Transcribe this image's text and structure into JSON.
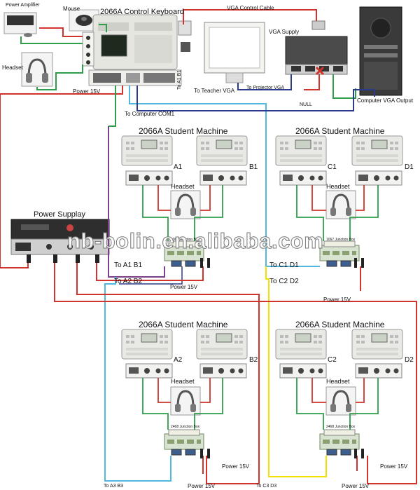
{
  "top": {
    "power_amplifier": "Power Amplifier",
    "mouse": "Mouse",
    "keyboard_title": "2066A Control Keyboard",
    "vga_cable": "VGA Control Cable",
    "vga_supply": "VGA Supply",
    "headset": "Headset",
    "power_15v": "Power 15V",
    "to_a1_b1_vertical": "To A1 B1",
    "to_teacher_vga": "To Teacher VGA",
    "to_projector_vga": "To Projector VGA",
    "null": "NULL",
    "computer_vga_output": "Computer  VGA Output",
    "to_computer_com1": "To Computer COM1"
  },
  "power_supply": {
    "label": "Power Supplay"
  },
  "groups": [
    {
      "title": "2066A Student Machine",
      "left": "A1",
      "right": "B1",
      "headset": "Headset",
      "junction": "1067 Junction Box",
      "to_1": "To A1 B1",
      "to_2": "To A2 B2",
      "power": "Power 15V"
    },
    {
      "title": "2066A Student Machine",
      "left": "C1",
      "right": "D1",
      "headset": "Headset",
      "junction": "1067 Junction Box",
      "to_1": "To C1 D1",
      "to_2": "To C2 D2",
      "power": "Power 15V"
    },
    {
      "title": "2066A Student Machine",
      "left": "A2",
      "right": "B2",
      "headset": "Headset",
      "junction": "2468 Junction Box",
      "to_1": "To A3 B3",
      "power": "Power 15V",
      "power2": "Power 15V"
    },
    {
      "title": "2066A Student Machine",
      "left": "C2",
      "right": "D2",
      "headset": "Headset",
      "junction": "2468 Junction Box",
      "to_1": "To C3 D3",
      "power": "Power 15V",
      "power2": "Power 15V"
    }
  ],
  "watermark": "nb-bolin.en.alibaba.com",
  "colors": {
    "power": "#d0342c",
    "vga_red": "#d0342c",
    "control": "#2b3a8c",
    "light_blue": "#4fb7e0",
    "yellow": "#f2e100",
    "green": "#2e9e4a",
    "purple": "#7b3f8a"
  }
}
